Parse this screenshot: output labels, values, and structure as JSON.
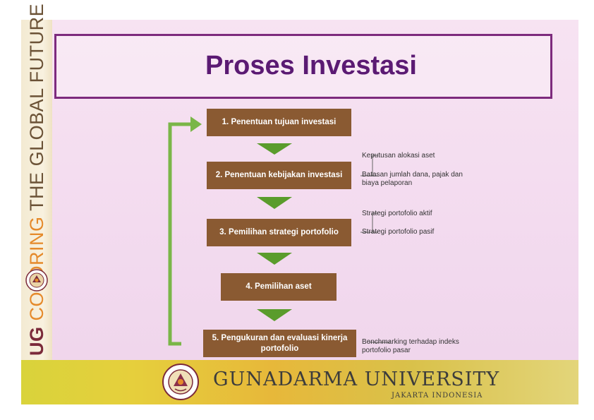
{
  "header": {
    "title": "Proses Investasi"
  },
  "branding": {
    "strip_ug": "UG",
    "strip_coloring": "COLORING",
    "strip_rest": "THE GLOBAL FUTURE",
    "footer_brand": "GUNADARMA UNIVERSITY",
    "footer_sub": "JAKARTA INDONESIA",
    "colors": {
      "title": "#5b1a73",
      "frame": "#7d2a7d",
      "box": "#8a5a32",
      "arrow": "#7ab648"
    }
  },
  "diagram": {
    "steps": [
      {
        "label": "1. Penentuan tujuan investasi"
      },
      {
        "label": "2. Penentuan kebijakan investasi"
      },
      {
        "label": "3. Pemilihan strategi portofolio"
      },
      {
        "label": "4. Pemilihan aset"
      },
      {
        "label": "5. Pengukuran dan evaluasi kinerja portofolio"
      }
    ],
    "notes": {
      "step2": [
        "Keputusan alokasi aset",
        "Batasan jumlah dana, pajak dan biaya pelaporan"
      ],
      "step3": [
        "Strategi portofolio aktif",
        "Strategi portofolio pasif"
      ],
      "step5": [
        "Benchmarking terhadap indeks portofolio pasar"
      ]
    }
  }
}
